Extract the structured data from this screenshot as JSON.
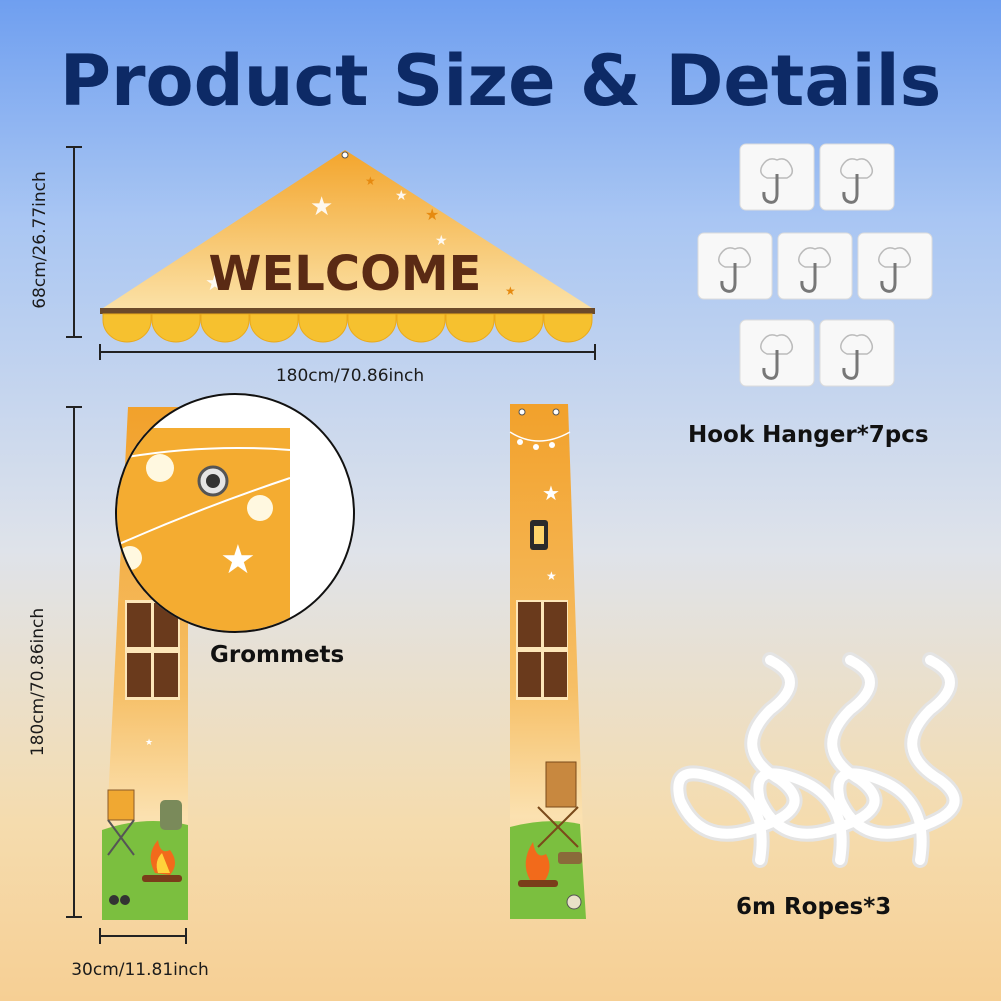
{
  "header": {
    "title": "Product Size & Details"
  },
  "banner": {
    "text": "WELCOME"
  },
  "dimensions": {
    "banner_height": "68cm/26.77inch",
    "banner_width": "180cm/70.86inch",
    "porch_height": "180cm/70.86inch",
    "porch_width": "30cm/11.81inch"
  },
  "labels": {
    "grommets": "Grommets",
    "hooks": "Hook Hanger*7pcs",
    "ropes": "6m Ropes*3"
  },
  "colors": {
    "title": "#0d2a66",
    "banner_orange": "#f2a630",
    "welcome_text": "#5a2a14",
    "scallop": "#f6c12f"
  }
}
